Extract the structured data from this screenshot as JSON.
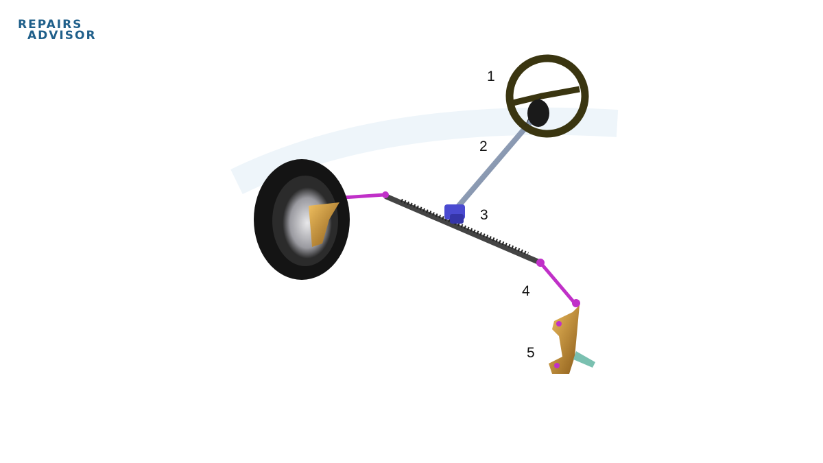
{
  "logo": {
    "line1": "REPAIRS",
    "line2": "ADVISOR"
  },
  "labels": [
    "1",
    "2",
    "3",
    "4",
    "5"
  ],
  "colors": {
    "tie_rod": "#c030c8",
    "knuckle": "#c9962e",
    "wheel": "#2a2a12",
    "column": "#8a9bb5",
    "gear": "#4a4ad0",
    "logo": "#1f5f8a"
  }
}
